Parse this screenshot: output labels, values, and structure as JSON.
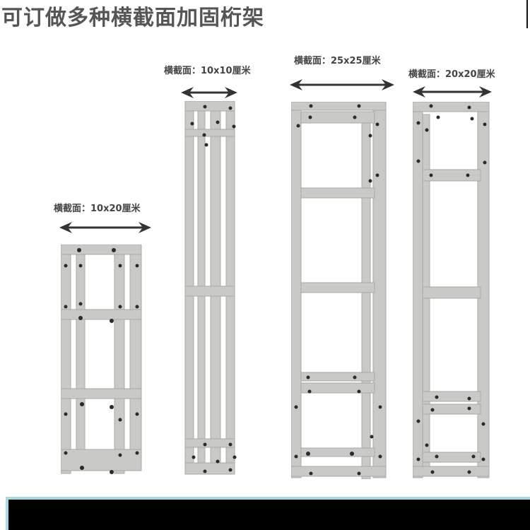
{
  "title": "可订做多种横截面加固桁架",
  "products": [
    {
      "label": "横截面：10x20厘米",
      "cross_section": "10x20",
      "unit": "厘米"
    },
    {
      "label": "横截面：10x10厘米",
      "cross_section": "10x10",
      "unit": "厘米"
    },
    {
      "label": "横截面：25x25厘米",
      "cross_section": "25x25",
      "unit": "厘米"
    },
    {
      "label": "横截面：20x20厘米",
      "cross_section": "20x20",
      "unit": "厘米"
    }
  ],
  "colors": {
    "title": "#555555",
    "label": "#444444",
    "arrow": "#333333",
    "metal": "#c9c9c6",
    "metal_dark": "#a9a9a5",
    "bolt": "#2a2a2a",
    "bottom_bar": "#000000",
    "bottom_bar_border": "#a8d8e0"
  }
}
